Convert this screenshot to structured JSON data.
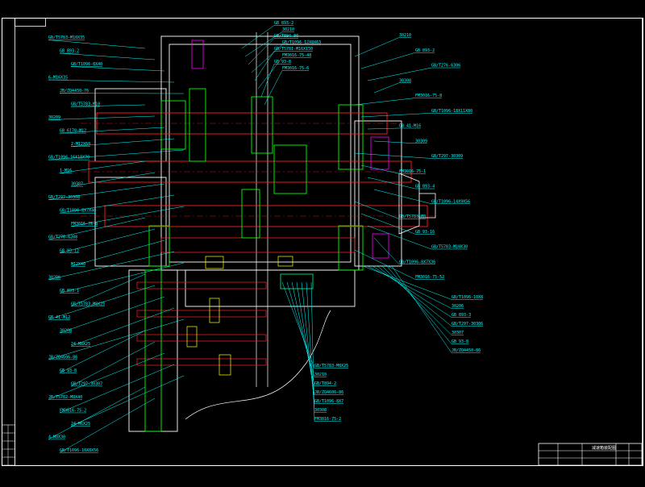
{
  "drawing": {
    "background": "#000000",
    "colors": {
      "frame": "#ffffff",
      "leader": "#00ffff",
      "part": "#ffffff",
      "shaft": "#ff2020",
      "gear": "#00ff00",
      "hatch_magenta": "#ff00ff",
      "hatch_yellow": "#ffff00",
      "bearing": "#00ff88"
    },
    "title_block": {
      "name": "减速箱装配图"
    },
    "revision_table": {
      "rows": [
        "",
        "",
        "",
        ""
      ]
    }
  },
  "callouts": {
    "left": [
      "GB/T5783-M10X35",
      "GB 893-2",
      "GB/T1096-8X40",
      "6-M16X35",
      "JB/ZQ4450-76",
      "GB/T5783-M10",
      "30209",
      "GB 6170-M12",
      "2-M12X60",
      "GB/T1096-16X10X70",
      "1-M16",
      "30307",
      "GB/T297-30308",
      "GB/T1096-8X7X40",
      "FM3016-75-8",
      "GB/T276-6208",
      "GB 93-12",
      "M12X40",
      "30206",
      "GB 893-1",
      "GB/T5783-M8X25",
      "GB 41-M12",
      "30208",
      "24-M8X25",
      "JB/ZQ4606-86",
      "GB 93-8",
      "GB/T297-30307",
      "JB/T5782-M8X40",
      "FM3016-75-2",
      "24-M6X25",
      "4-M8X30",
      "GB/T1096-10X8X56"
    ],
    "top": [
      "GB 893-2",
      "30210",
      "GB/T894-80",
      "GB/T1096-12X8X63",
      "GB/T5781-M16X150",
      "FM3016-75-48",
      "GB 93-8",
      "FM3016-75-6"
    ],
    "right": [
      "30210",
      "GB 893-2",
      "GB/T276-6306",
      "30308",
      "FM3016-75-8",
      "GB/T1096-18X11X80",
      "GB 41-M16",
      "30309",
      "GB/T297-30309",
      "FM3016-75-1",
      "GB 893-4",
      "GB/T1096-14X9X56",
      "GB/T5783-M8",
      "GB 93-16",
      "GB/T5783-M10X30",
      "GB/T1096-8X7X36",
      "FM3016-75-52"
    ],
    "bottom": [
      "GB/T1096-10X8",
      "30206",
      "GB 893-3",
      "GB/T297-30306",
      "30307",
      "GB 93-8",
      "JB/ZQ4450-86",
      "GB/T5783-M8X25",
      "30210",
      "GB/T894-2",
      "JB/ZQ4606-86",
      "GB/T1096-8X7",
      "30308",
      "FM3016-75-2"
    ]
  }
}
